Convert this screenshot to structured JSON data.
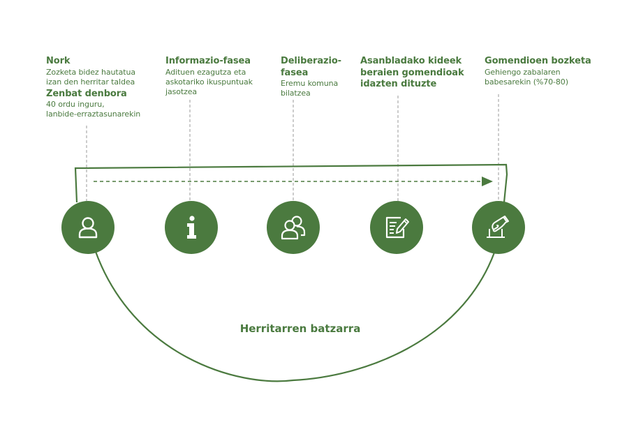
{
  "colors": {
    "primary_green": "#4b7a3f",
    "text_green": "#4a7a3f",
    "dashed_gray": "#999999",
    "icon_stroke": "#ffffff"
  },
  "steps": [
    {
      "title": "Nork",
      "text": "Zozketa bidez hautatua\nizan den herritar taldea",
      "sub_title": "Zenbat denbora",
      "sub_text": "40 ordu inguru,\nlanbide-erraztasunarekin",
      "icon": "person-icon"
    },
    {
      "title": "Informazio-fasea",
      "text": "Adituen ezagutza eta\naskotariko ikuspuntuak\njasotzea",
      "icon": "info-icon"
    },
    {
      "title": "Deliberazio-\nfasea",
      "text": "Eremu komuna\nbilatzea",
      "icon": "group-icon"
    },
    {
      "title": "Asanbladako kideek\nberaien gomendioak\nidazten dituzte",
      "text": "",
      "icon": "edit-document-icon"
    },
    {
      "title": "Gomendioen bozketa",
      "text": "Gehiengo zabalaren\nbabesarekin (%70-80)",
      "icon": "ballot-vote-icon"
    }
  ],
  "assembly_label": "Herritarren batzarra"
}
